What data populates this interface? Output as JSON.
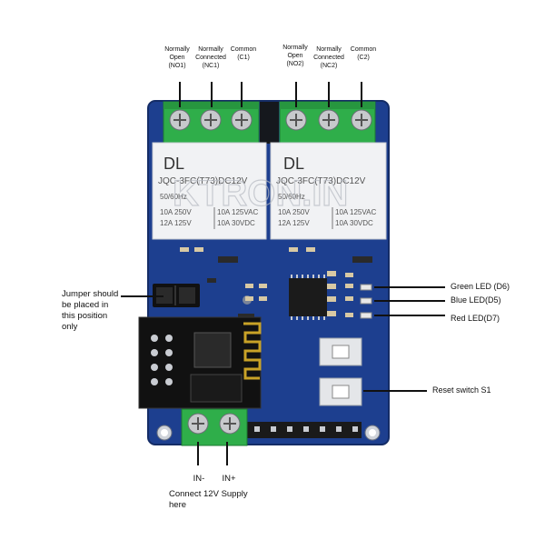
{
  "relay_outputs": {
    "relay1": {
      "no": [
        "Normally",
        "Open",
        "(NO1)"
      ],
      "nc": [
        "Normally",
        "Connected",
        "(NC1)"
      ],
      "common": [
        "Common",
        "(C1)"
      ]
    },
    "relay2": {
      "no": [
        "Normally",
        "Open",
        "(NO2)"
      ],
      "nc": [
        "Normally",
        "Connected",
        "(NC2)"
      ],
      "common": [
        "Common",
        "(C2)"
      ]
    }
  },
  "relay_marking": {
    "brand": "DL",
    "model": "JQC-3FC(T73)DC12V",
    "freq": "50/60Hz",
    "rating1_left": "10A 250V",
    "rating1_right": "10A 125VAC",
    "rating2_left": "12A 125V",
    "rating2_right": "10A 30VDC"
  },
  "watermark": "KTRON.IN",
  "annotations": {
    "green_led": "Green LED (D6)",
    "blue_led": "Blue LED(D5)",
    "red_led": "Red LED(D7)",
    "reset_switch": "Reset switch  S1",
    "jumper": [
      "Jumper should",
      "be placed in",
      "this position",
      "only"
    ],
    "in_minus": "IN-",
    "in_plus": "IN+",
    "supply": [
      "Connect 12V Supply",
      "here"
    ]
  },
  "colors": {
    "pcb": "#1d3f8f",
    "relay": "#f1f2f4",
    "terminal": "#2fae4a",
    "esp": "#111111",
    "header": "#1a1a1a"
  }
}
